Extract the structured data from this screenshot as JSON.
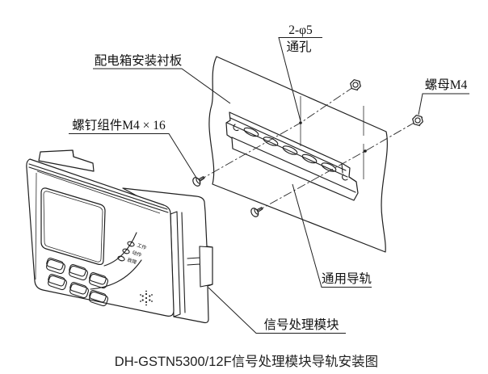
{
  "diagram": {
    "caption": "DH-GSTN5300/12F信号处理模块导轨安装图",
    "labels": {
      "holes_qty": "2-φ5",
      "holes_type": "通孔",
      "backplate": "配电箱安装衬板",
      "nut": "螺母M4",
      "screw_assembly": "螺钉组件M4 × 16",
      "rail": "通用导轨",
      "module": "信号处理模块"
    },
    "module": {
      "indicators": [
        "工作",
        "动作",
        "故障"
      ]
    },
    "colors": {
      "line": "#1f1f1f",
      "background": "#ffffff"
    }
  }
}
